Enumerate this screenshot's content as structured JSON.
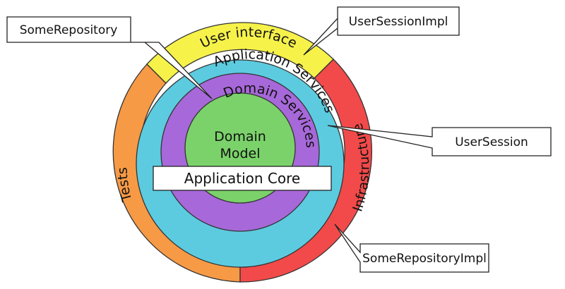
{
  "layers": {
    "user_interface": "User interface",
    "infrastructure": "Infrastructure",
    "tests": "Tests",
    "application_services": "Application Services",
    "domain_services": "Domain Services",
    "domain_model_line1": "Domain",
    "domain_model_line2": "Model"
  },
  "banner": "Application Core",
  "callouts": {
    "some_repository": "SomeRepository",
    "user_session_impl": "UserSessionImpl",
    "user_session": "UserSession",
    "some_repository_impl": "SomeRepositoryImpl"
  },
  "colors": {
    "user_interface": "#f6f24a",
    "infrastructure": "#f24a4a",
    "tests": "#f79a45",
    "application_services": "#5ccbdf",
    "domain_services": "#a768d9",
    "domain_model": "#7bd26a"
  }
}
